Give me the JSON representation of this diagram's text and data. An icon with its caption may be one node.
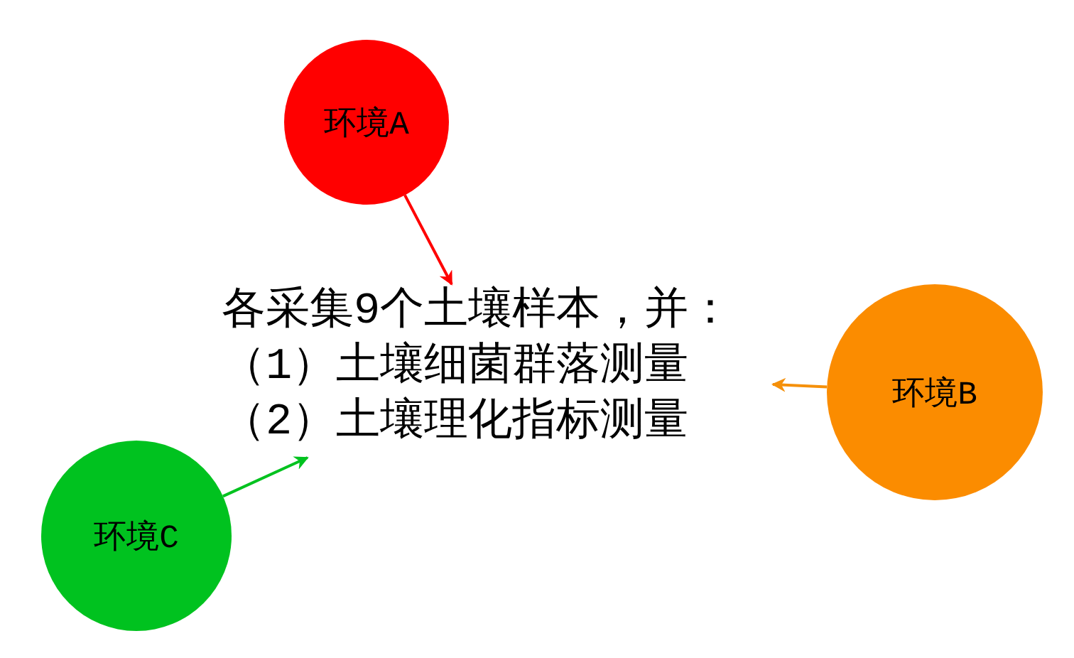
{
  "diagram": {
    "nodes": [
      {
        "text": [
          "环境A"
        ]
      },
      {
        "text": [
          "各采集9个土壤样本，并：",
          "（1）土壤细菌群落测量",
          "（2）土壤理化指标测量"
        ]
      },
      {
        "text": [
          "环境B"
        ]
      },
      {
        "text": [
          "环境C"
        ]
      }
    ],
    "edges": [
      {
        "from": 0,
        "to": 1,
        "arrow": "to",
        "color": "#ff0000"
      },
      {
        "from": 2,
        "to": 1,
        "arrow": "to",
        "color": "#f5900a"
      },
      {
        "from": 3,
        "to": 1,
        "arrow": "to",
        "color": "#00c21f"
      }
    ]
  }
}
